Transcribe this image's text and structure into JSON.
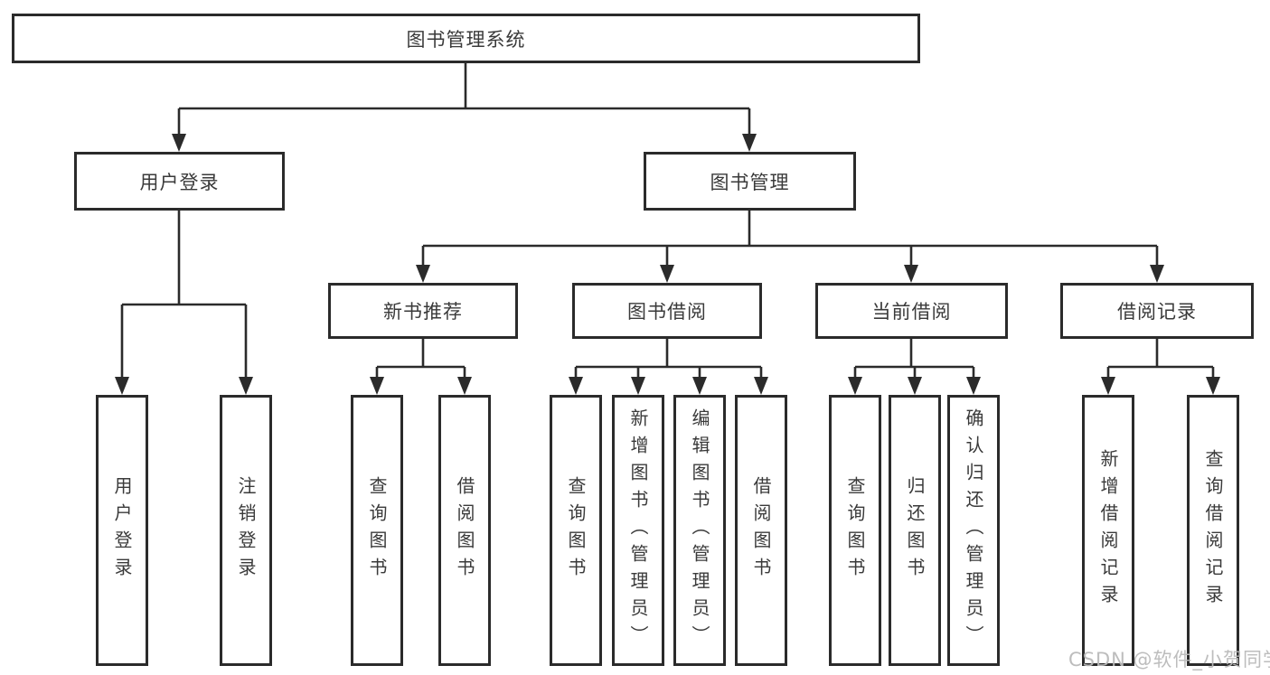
{
  "diagram": {
    "root": "图书管理系统",
    "branches": [
      {
        "label": "用户登录",
        "children": [
          "用户登录",
          "注销登录"
        ]
      },
      {
        "label": "图书管理",
        "groups": [
          {
            "label": "新书推荐",
            "children": [
              "查询图书",
              "借阅图书"
            ]
          },
          {
            "label": "图书借阅",
            "children": [
              "查询图书",
              "新增图书（管理员）",
              "编辑图书（管理员）",
              "借阅图书"
            ]
          },
          {
            "label": "当前借阅",
            "children": [
              "查询图书",
              "归还图书",
              "确认归还（管理员）"
            ]
          },
          {
            "label": "借阅记录",
            "children": [
              "新增借阅记录",
              "查询借阅记录"
            ]
          }
        ]
      }
    ]
  },
  "watermark": "CSDN @软件_小贺同学",
  "colors": {
    "line": "#2b2b2b",
    "text": "#3a3a3a",
    "watermark": "#b9b9b9",
    "background": "#ffffff"
  }
}
